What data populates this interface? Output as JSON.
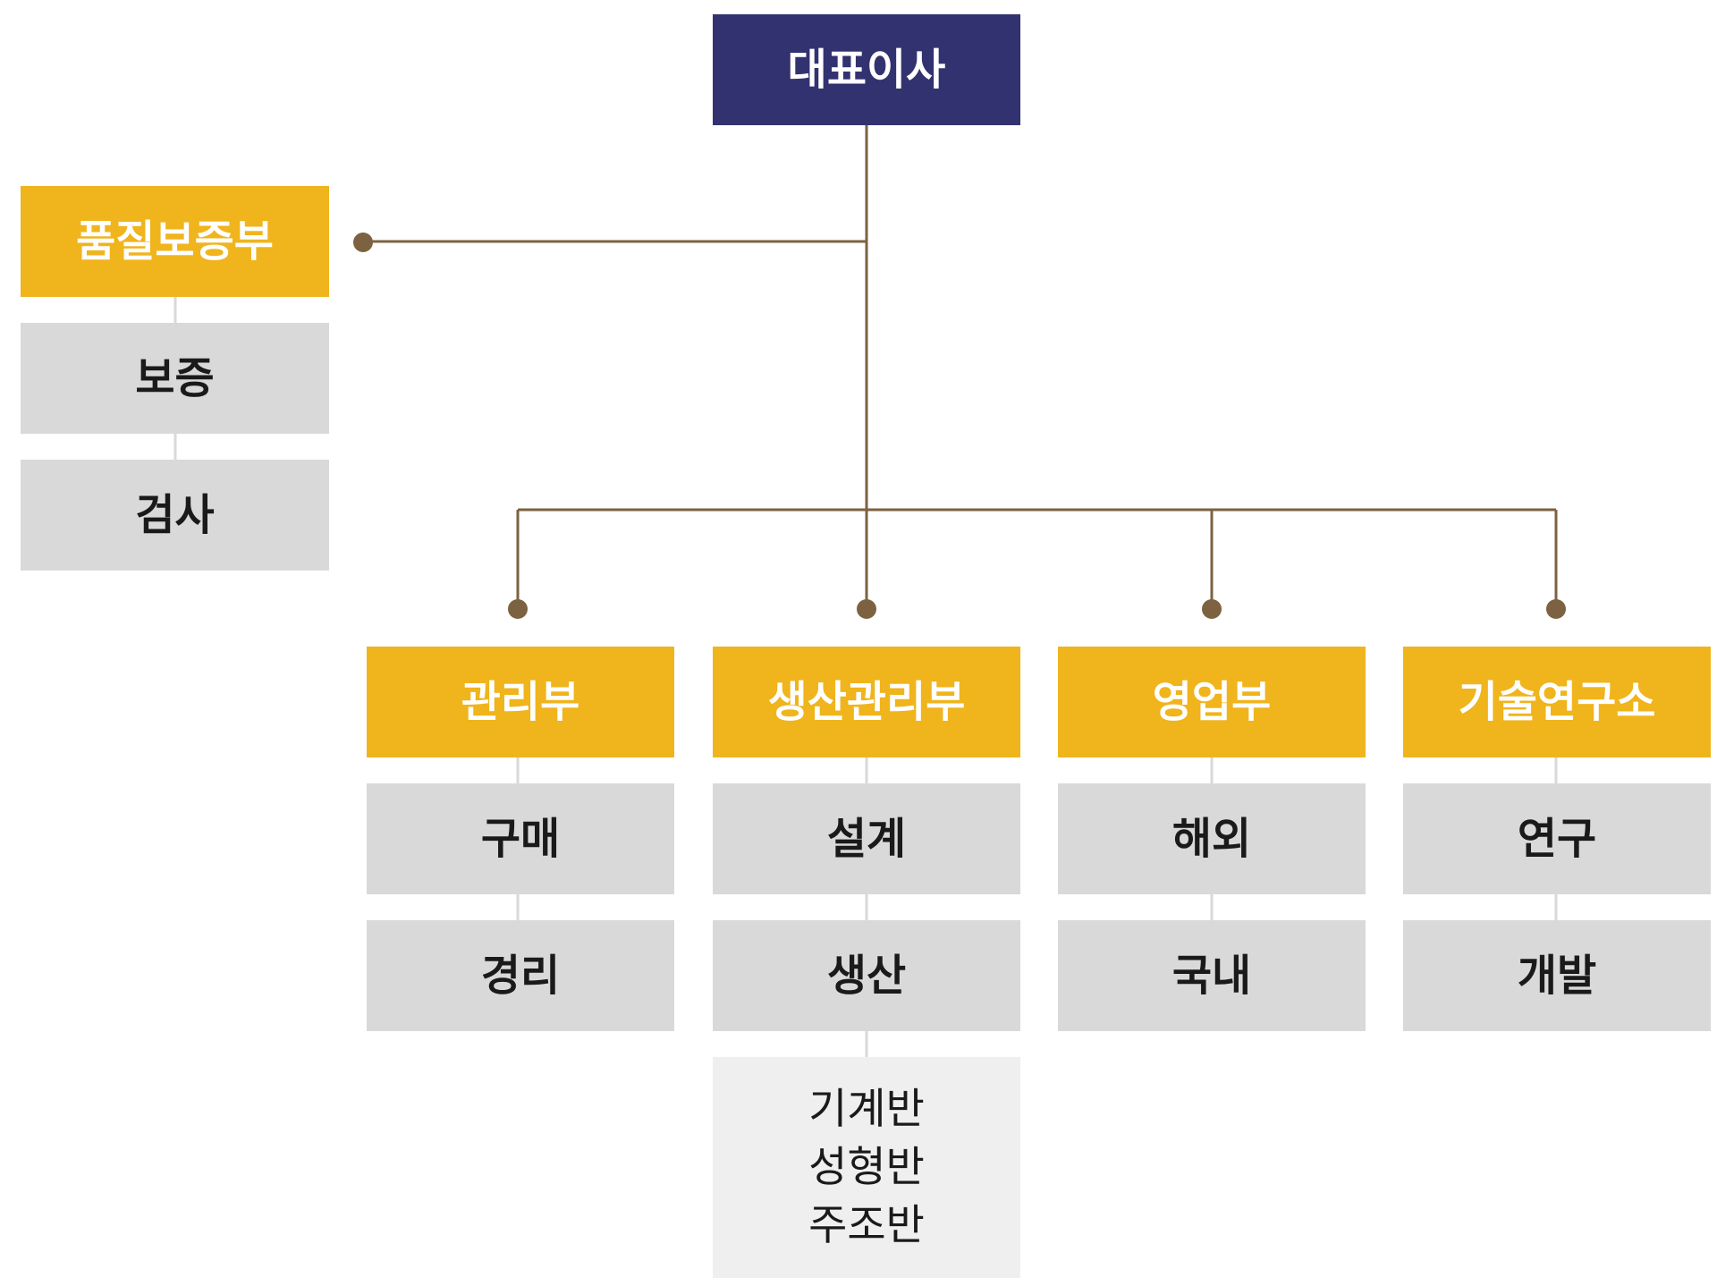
{
  "ceo": {
    "label": "대표이사"
  },
  "quality": {
    "label": "품질보증부",
    "teams": [
      "보증",
      "검사"
    ]
  },
  "departments": [
    {
      "label": "관리부",
      "teams": [
        "구매",
        "경리"
      ]
    },
    {
      "label": "생산관리부",
      "teams": [
        "설계",
        "생산"
      ],
      "units": [
        "기계반",
        "성형반",
        "주조반"
      ]
    },
    {
      "label": "영업부",
      "teams": [
        "해외",
        "국내"
      ]
    },
    {
      "label": "기술연구소",
      "teams": [
        "연구",
        "개발"
      ]
    }
  ],
  "colors": {
    "ceo": "#333270",
    "department": "#f0b41c",
    "team": "#d9d9d9",
    "unit": "#efefef",
    "connector": "#7d6241",
    "team_connector": "#d9d9d9"
  }
}
